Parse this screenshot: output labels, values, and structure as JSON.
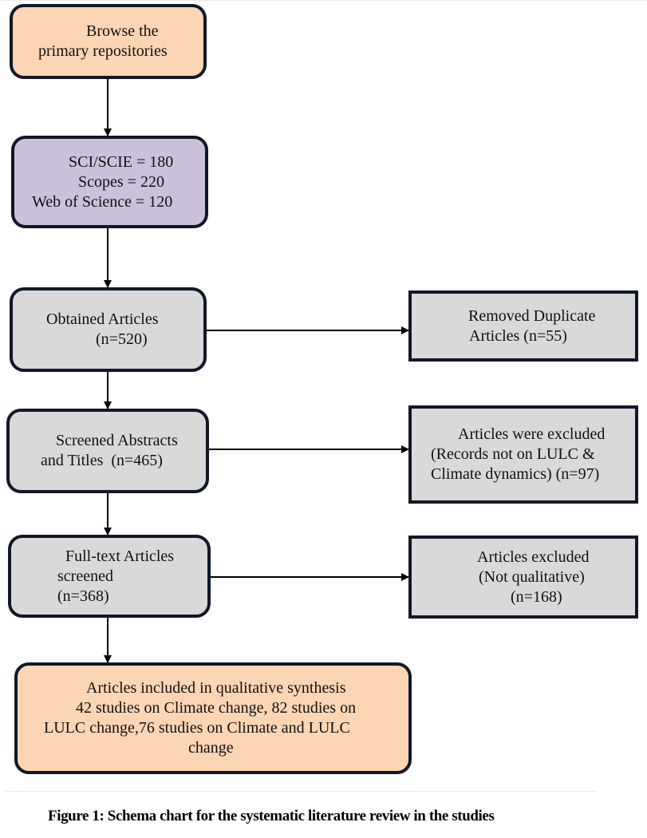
{
  "flowchart": {
    "nodes": {
      "browse": {
        "lines": [
          "Browse the",
          "primary repositories"
        ],
        "fill": "#fcd5b5"
      },
      "sources": {
        "lines": [
          "SCI/SCIE = 180",
          "Scopes = 220",
          "Web of Science = 120"
        ],
        "fill": "#ccc1da",
        "counts": [
          {
            "source": "SCI/SCIE",
            "n": 180
          },
          {
            "source": "Scopes",
            "n": 220
          },
          {
            "source": "Web of Science",
            "n": 120
          }
        ]
      },
      "obtained": {
        "lines": [
          "Obtained Articles",
          "(n=520)"
        ],
        "fill": "#d9d9d9",
        "n": 520
      },
      "duplicates": {
        "lines": [
          "Removed Duplicate",
          "Articles (n=55)"
        ],
        "fill": "#d9d9d9",
        "n": 55
      },
      "screened": {
        "lines": [
          "Screened Abstracts",
          "and Titles  (n=465)"
        ],
        "fill": "#d9d9d9",
        "n": 465
      },
      "excluded_records": {
        "lines": [
          "Articles were excluded",
          "(Records not on LULC &",
          "Climate dynamics) (n=97)"
        ],
        "fill": "#d9d9d9",
        "n": 97
      },
      "fulltext": {
        "lines": [
          "Full-text Articles",
          "screened",
          "(n=368)"
        ],
        "fill": "#d9d9d9",
        "n": 368
      },
      "excluded_qual": {
        "lines": [
          "Articles excluded",
          "(Not qualitative)",
          "(n=168)"
        ],
        "fill": "#d9d9d9",
        "n": 168
      },
      "included": {
        "lines": [
          "Articles included in qualitative synthesis",
          "42 studies on Climate change, 82 studies on",
          "LULC change,76 studies on Climate and LULC",
          "change"
        ],
        "fill": "#fcd5b5"
      }
    },
    "edges": [
      [
        "browse",
        "sources"
      ],
      [
        "sources",
        "obtained"
      ],
      [
        "obtained",
        "duplicates"
      ],
      [
        "obtained",
        "screened"
      ],
      [
        "screened",
        "excluded_records"
      ],
      [
        "screened",
        "fulltext"
      ],
      [
        "fulltext",
        "excluded_qual"
      ],
      [
        "fulltext",
        "included"
      ]
    ]
  },
  "caption": "Figure 1: Schema chart for the systematic literature review in the studies"
}
